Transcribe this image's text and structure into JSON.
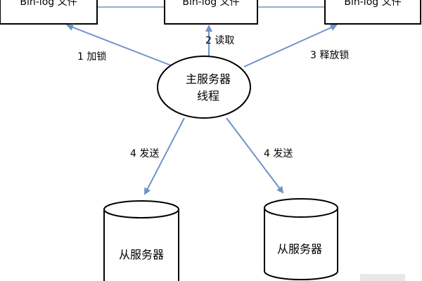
{
  "boxes": [
    {
      "label": "Bin-log 文件"
    },
    {
      "label": "Bin-log 文件"
    },
    {
      "label": "Bin-log 文件"
    }
  ],
  "main_thread": {
    "line1": "主服务器",
    "line2": "线程"
  },
  "edges": {
    "lock": "1 加锁",
    "read": "2 读取",
    "release": "3 释放锁",
    "send_left": "4 发送",
    "send_right": "4 发送"
  },
  "slaves": [
    {
      "label": "从服务器"
    },
    {
      "label": "从服务器"
    }
  ],
  "colors": {
    "arrow": "#6f93c8",
    "line": "#000000",
    "watermark": "#d9d9d9"
  }
}
